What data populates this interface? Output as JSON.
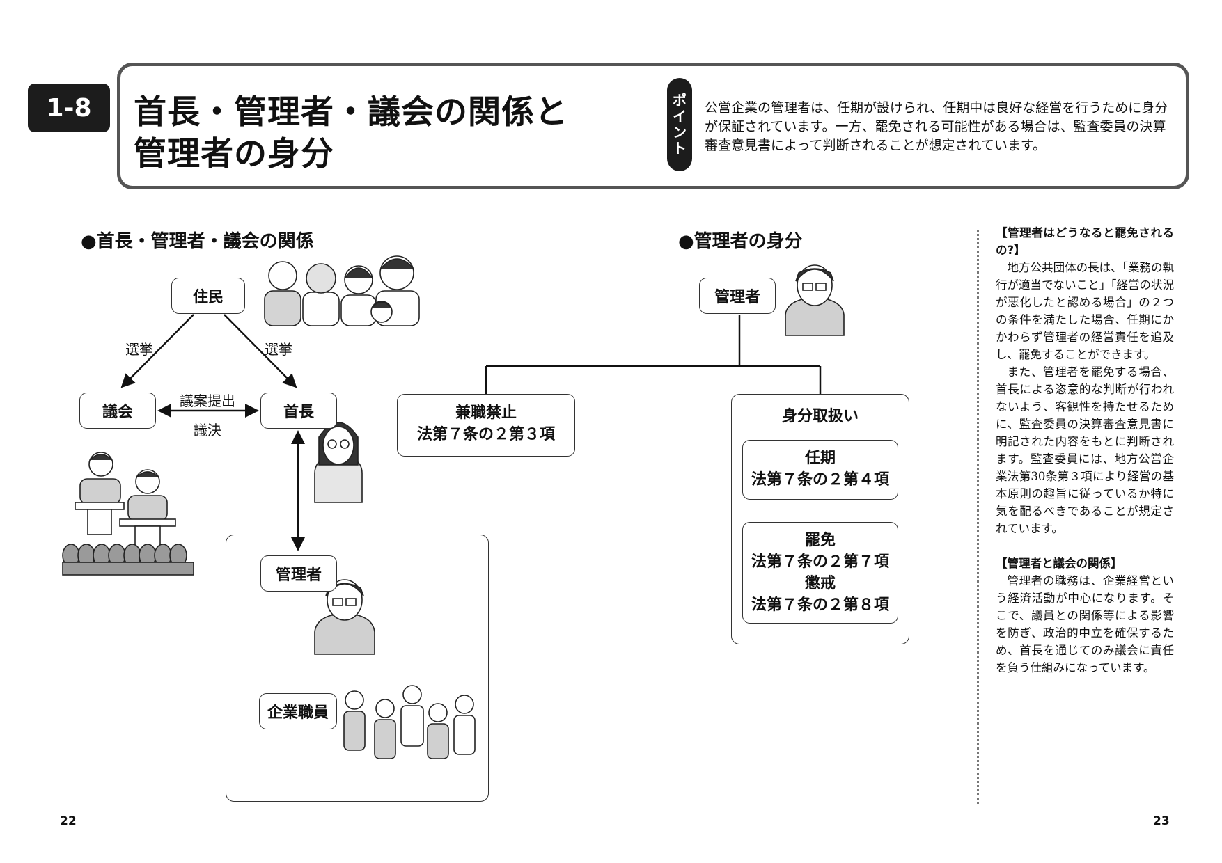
{
  "header": {
    "section_no": "1-8",
    "title_line1": "首長・管理者・議会の関係と",
    "title_line2": "管理者の身分",
    "point_badge": [
      "ポ",
      "イ",
      "ン",
      "ト"
    ],
    "point_text": "公営企業の管理者は、任期が設けられ、任期中は良好な経営を行うために身分が保証されています。一方、罷免される可能性がある場合は、監査委員の決算審査意見書によって判断されることが想定されています。"
  },
  "left_diagram": {
    "heading": "●首長・管理者・議会の関係",
    "residents": "住民",
    "election_left": "選挙",
    "election_right": "選挙",
    "assembly": "議会",
    "mayor": "首長",
    "bill_submission": "議案提出",
    "resolution": "議決",
    "manager": "管理者",
    "staff": "企業職員"
  },
  "right_diagram": {
    "heading": "●管理者の身分",
    "manager": "管理者",
    "prohibition_line1": "兼職禁止",
    "prohibition_line2": "法第７条の２第３項",
    "status_title": "身分取扱い",
    "term_line1": "任期",
    "term_line2": "法第７条の２第４項",
    "dismissal_line1": "罷免",
    "dismissal_line2": "法第７条の２第７項",
    "discipline_line1": "懲戒",
    "discipline_line2": "法第７条の２第８項"
  },
  "sidebar": {
    "heading1": "【管理者はどうなると罷免されるの?】",
    "para1": "地方公共団体の長は、「業務の執行が適当でないこと」「経営の状況が悪化したと認める場合」の２つの条件を満たした場合、任期にかかわらず管理者の経営責任を追及し、罷免することができます。",
    "para2": "また、管理者を罷免する場合、首長による恣意的な判断が行われないよう、客観性を持たせるために、監査委員の決算審査意見書に明記された内容をもとに判断されます。監査委員には、地方公営企業法第30条第３項により経営の基本原則の趣旨に従っているか特に気を配るべきであることが規定されています。",
    "heading2": "【管理者と議会の関係】",
    "para3": "管理者の職務は、企業経営という経済活動が中心になります。そこで、議員との関係等による影響を防ぎ、政治的中立を確保するため、首長を通じてのみ議会に責任を負う仕組みになっています。"
  },
  "page_numbers": {
    "left": "22",
    "right": "23"
  }
}
